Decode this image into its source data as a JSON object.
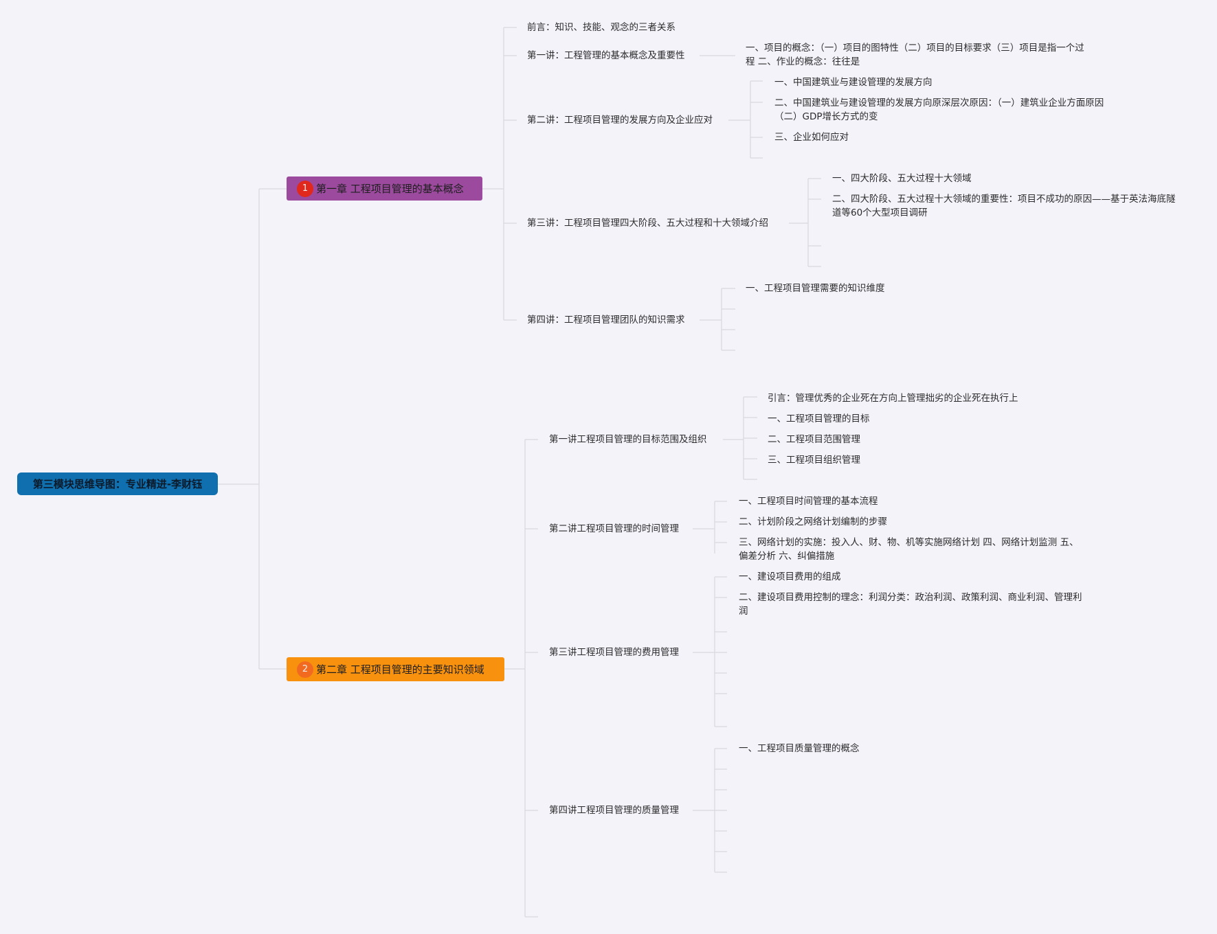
{
  "root": {
    "label": "第三模块思维导图：专业精进-李财钰"
  },
  "chapters": [
    {
      "badge": "1",
      "label": "第一章 工程项目管理的基本概念",
      "color": "#9b4a9e",
      "lectures": [
        {
          "label": "前言：知识、技能、观念的三者关系",
          "items": []
        },
        {
          "label": "第一讲：工程管理的基本概念及重要性",
          "items": [
            "一、项目的概念：（一）项目的图特性（二）项目的目标要求（三）项目是指一个过程 二、作业的概念：往往是"
          ]
        },
        {
          "label": "第二讲：工程项目管理的发展方向及企业应对",
          "items": [
            "一、中国建筑业与建设管理的发展方向",
            "二、中国建筑业与建设管理的发展方向原深层次原因：（一）建筑业企业方面原因（二）GDP增长方式的变",
            "三、企业如何应对"
          ]
        },
        {
          "label": "第三讲：工程项目管理四大阶段、五大过程和十大领域介绍",
          "items": [
            "一、四大阶段、五大过程十大领域",
            "二、四大阶段、五大过程十大领域的重要性：项目不成功的原因——基于英法海底隧道等60个大型项目调研"
          ]
        },
        {
          "label": "第四讲：工程项目管理团队的知识需求",
          "items": [
            "一、工程项目管理需要的知识维度"
          ]
        }
      ]
    },
    {
      "badge": "2",
      "label": "第二章 工程项目管理的主要知识领域",
      "color": "#f7910e",
      "lectures": [
        {
          "label": "第一讲工程项目管理的目标范围及组织",
          "items": [
            "引言：管理优秀的企业死在方向上管理拙劣的企业死在执行上",
            "一、工程项目管理的目标",
            "二、工程项目范围管理",
            "三、工程项目组织管理"
          ]
        },
        {
          "label": "第二讲工程项目管理的时间管理",
          "items": [
            "一、工程项目时间管理的基本流程",
            "二、计划阶段之网络计划编制的步骤",
            "三、网络计划的实施：投入人、财、物、机等实施网络计划 四、网络计划监测 五、偏差分析 六、纠偏措施"
          ]
        },
        {
          "label": "第三讲工程项目管理的费用管理",
          "items": [
            "一、建设项目费用的组成",
            "二、建设项目费用控制的理念：利润分类：政治利润、政策利润、商业利润、管理利润"
          ]
        },
        {
          "label": "第四讲工程项目管理的质量管理",
          "items": [
            "一、工程项目质量管理的概念"
          ]
        }
      ]
    }
  ]
}
